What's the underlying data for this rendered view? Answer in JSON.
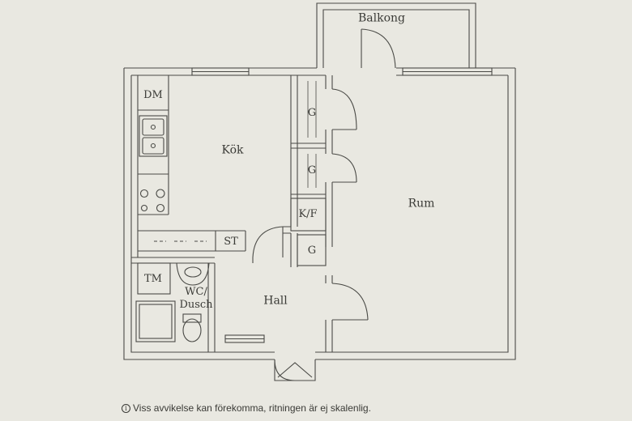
{
  "rooms": {
    "balcony": "Balkong",
    "kitchen": "Kök",
    "room": "Rum",
    "hall": "Hall",
    "wc_line1": "WC/",
    "wc_line2": "Dusch"
  },
  "fixtures": {
    "dishwasher": "DM",
    "storage": "ST",
    "washing_machine": "TM",
    "fridge_freezer": "K/F",
    "wardrobe_1": "G",
    "wardrobe_2": "G",
    "wardrobe_3": "G"
  },
  "footer": {
    "info_icon": "i",
    "disclaimer": "Viss avvikelse kan förekomma, ritningen är ej skalenlig."
  },
  "colors": {
    "paper": "#e9e8e1",
    "ink": "#4a4a46"
  }
}
